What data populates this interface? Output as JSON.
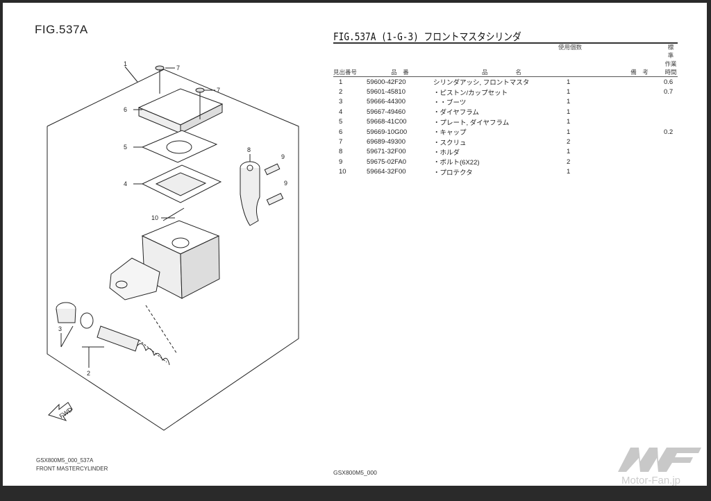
{
  "figure_label": "FIG.537A",
  "table_title": "FIG.537A (1-G-3) フロントマスタシリンダ",
  "columns": {
    "ref_no": "見出番号",
    "part_no": "品　番",
    "name_a": "品",
    "name_b": "名",
    "qty": "使用個数",
    "remarks": "備　考",
    "std_a": "標　準",
    "std_b": "作業時間"
  },
  "rows": [
    {
      "no": "1",
      "part": "59600-42F20",
      "name": "シリンダアッシ, フロントマスタ",
      "qty": "1",
      "time": "0.6"
    },
    {
      "no": "2",
      "part": "59601-45810",
      "name": "・ピストン/カップセット",
      "qty": "1",
      "time": "0.7"
    },
    {
      "no": "3",
      "part": "59666-44300",
      "name": "・・ブーツ",
      "qty": "1",
      "time": ""
    },
    {
      "no": "4",
      "part": "59667-49460",
      "name": "・ダイヤフラム",
      "qty": "1",
      "time": ""
    },
    {
      "no": "5",
      "part": "59668-41C00",
      "name": "・プレート, ダイヤフラム",
      "qty": "1",
      "time": ""
    },
    {
      "no": "6",
      "part": "59669-10G00",
      "name": "・キャップ",
      "qty": "1",
      "time": "0.2"
    },
    {
      "no": "7",
      "part": "69689-49300",
      "name": "・スクリュ",
      "qty": "2",
      "time": ""
    },
    {
      "no": "8",
      "part": "59671-32F00",
      "name": "・ホルダ",
      "qty": "1",
      "time": ""
    },
    {
      "no": "9",
      "part": "59675-02FA0",
      "name": "・ボルト(6X22)",
      "qty": "2",
      "time": ""
    },
    {
      "no": "10",
      "part": "59664-32F00",
      "name": "・プロテクタ",
      "qty": "1",
      "time": ""
    }
  ],
  "callouts": {
    "c1": "1",
    "c2": "2",
    "c3": "3",
    "c4": "4",
    "c5": "5",
    "c6": "6",
    "c7a": "7",
    "c7b": "7",
    "c8": "8",
    "c9a": "9",
    "c9b": "9",
    "c10": "10"
  },
  "fwd_label": "FWD",
  "footer": {
    "code": "GSX800M5_000_537A",
    "caption": "FRONT MASTERCYLINDER",
    "model": "GSX800M5_000"
  },
  "watermark": "Motor-Fan.jp"
}
